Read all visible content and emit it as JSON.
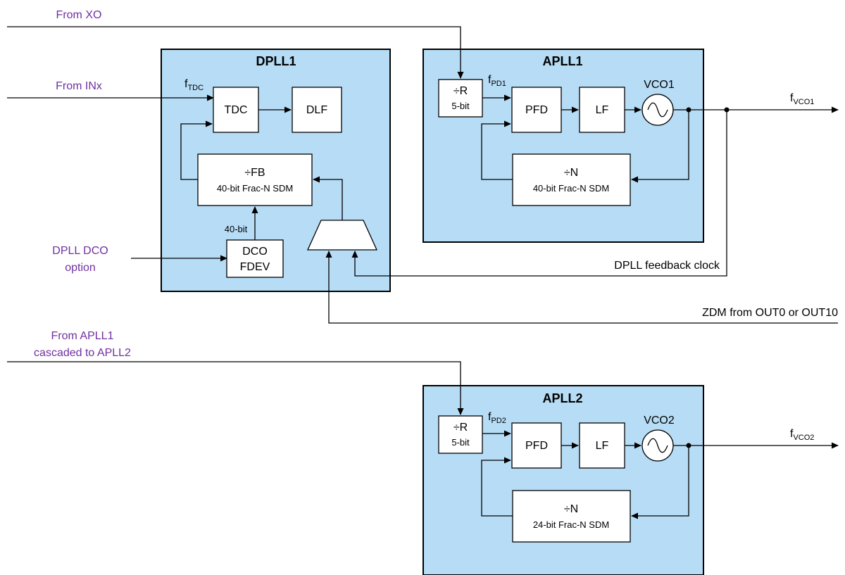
{
  "inputs": {
    "from_xo": "From XO",
    "from_inx": "From INx",
    "dpll_dco_line1": "DPLL DCO",
    "dpll_dco_line2": "option",
    "from_apll1_line1": "From APLL1",
    "from_apll1_line2": "cascaded to APLL2"
  },
  "dpll1": {
    "title": "DPLL1",
    "ftdc_main": "f",
    "ftdc_sub": "TDC",
    "tdc": "TDC",
    "dlf": "DLF",
    "fb_line1": "÷FB",
    "fb_line2": "40-bit Frac-N SDM",
    "dco_line1": "DCO",
    "dco_line2": "FDEV",
    "bit40": "40-bit"
  },
  "apll1": {
    "title": "APLL1",
    "r_line1": "÷R",
    "r_line2": "5-bit",
    "fpd_main": "f",
    "fpd_sub": "PD1",
    "pfd": "PFD",
    "lf": "LF",
    "vco": "VCO1",
    "n_line1": "÷N",
    "n_line2": "40-bit Frac-N SDM",
    "out_main": "f",
    "out_sub": "VCO1"
  },
  "apll2": {
    "title": "APLL2",
    "r_line1": "÷R",
    "r_line2": "5-bit",
    "fpd_main": "f",
    "fpd_sub": "PD2",
    "pfd": "PFD",
    "lf": "LF",
    "vco": "VCO2",
    "n_line1": "÷N",
    "n_line2": "24-bit Frac-N SDM",
    "out_main": "f",
    "out_sub": "VCO2"
  },
  "signals": {
    "dpll_feedback": "DPLL feedback clock",
    "zdm": "ZDM from OUT0 or OUT10"
  },
  "colors": {
    "block_fill": "#b7dcf5",
    "input_label": "#7030a0"
  }
}
